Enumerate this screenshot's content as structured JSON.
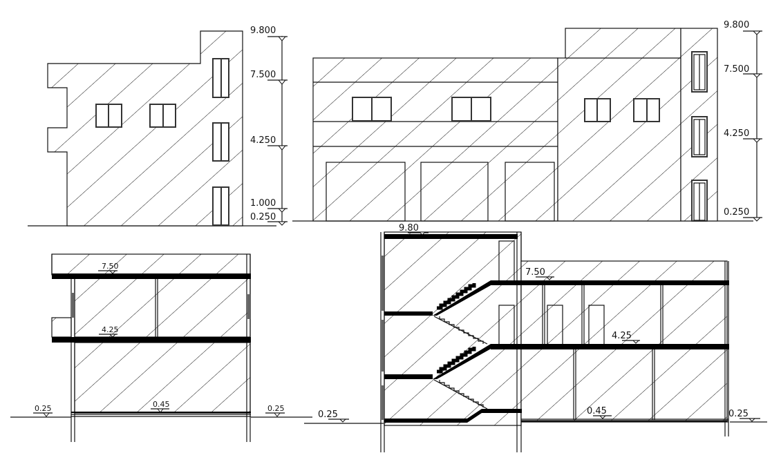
{
  "drawing": {
    "type": "architectural elevations and sections",
    "views": [
      {
        "id": "side-elevation",
        "levels": [
          "9.800",
          "7.500",
          "4.250",
          "1.000",
          "0.250"
        ]
      },
      {
        "id": "front-elevation",
        "levels": [
          "9.800",
          "7.500",
          "4.250",
          "0.250"
        ]
      },
      {
        "id": "section-a",
        "levels": [
          "7.50",
          "4.25",
          "0.25",
          "0.45",
          "0.25"
        ]
      },
      {
        "id": "section-b",
        "levels": [
          "9.80",
          "7.50",
          "4.25",
          "0.25",
          "0.45",
          "0.25"
        ]
      }
    ]
  },
  "side_elevation": {
    "dim_9800": "9.800",
    "dim_7500": "7.500",
    "dim_4250": "4.250",
    "dim_1000": "1.000",
    "dim_0250": "0.250"
  },
  "front_elevation": {
    "dim_9800": "9.800",
    "dim_7500": "7.500",
    "dim_4250": "4.250",
    "dim_0250": "0.250"
  },
  "section_a": {
    "lvl_750": "7.50",
    "lvl_425": "4.25",
    "lvl_left_025": "0.25",
    "lvl_045": "0.45",
    "lvl_right_025": "0.25"
  },
  "section_b": {
    "lvl_980": "9.80",
    "lvl_750": "7.50",
    "lvl_425": "4.25",
    "lvl_left_025": "0.25",
    "lvl_045": "0.45",
    "lvl_right_025": "0.25"
  },
  "colors": {
    "line": "#111111",
    "background": "#ffffff",
    "slab": "#000000"
  }
}
